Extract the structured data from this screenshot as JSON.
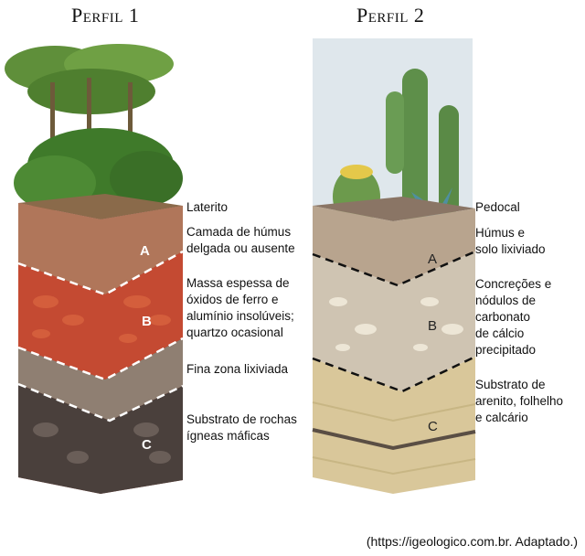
{
  "profile1": {
    "title": "Perfil 1",
    "soil_name": "Laterito",
    "horizons": [
      {
        "letter": "A",
        "description": [
          "Camada de húmus",
          "delgada ou ausente"
        ]
      },
      {
        "letter": "B",
        "description": [
          "Massa espessa de",
          "óxidos de ferro e",
          "alumínio insolúveis;",
          "quartzo ocasional"
        ]
      },
      {
        "letter": "",
        "description": [
          "Fina zona lixiviada"
        ]
      },
      {
        "letter": "C",
        "description": [
          "Substrato de rochas",
          "ígneas máficas"
        ]
      }
    ]
  },
  "profile2": {
    "title": "Perfil 2",
    "soil_name": "Pedocal",
    "horizons": [
      {
        "letter": "A",
        "description": [
          "Húmus e",
          "solo lixiviado"
        ]
      },
      {
        "letter": "B",
        "description": [
          "Concreções e",
          "nódulos de",
          "carbonato",
          "de cálcio",
          "precipitado"
        ]
      },
      {
        "letter": "C",
        "description": [
          "Substrato de",
          "arenito, folhelho",
          "e calcário"
        ]
      }
    ]
  },
  "source": "(https://igeologico.com.br. Adaptado.)"
}
